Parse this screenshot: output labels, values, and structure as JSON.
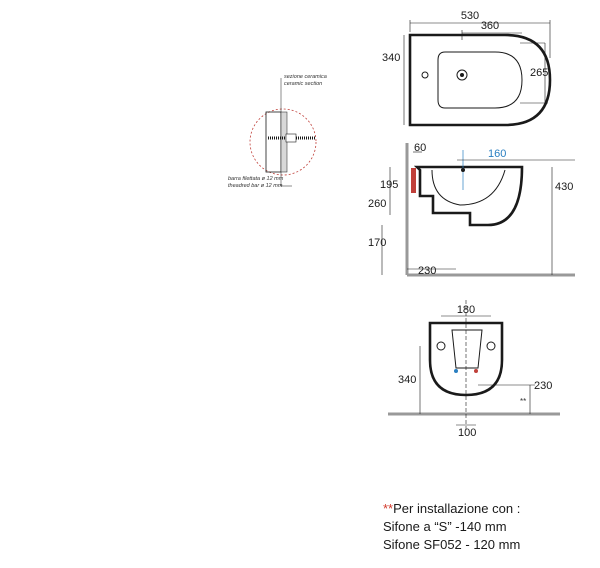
{
  "top_view": {
    "dim_width": "530",
    "dim_inner": "360",
    "dim_depth": "340",
    "dim_side": "265"
  },
  "detail": {
    "label_ceramic_it": "sezione ceramica",
    "label_ceramic_en": "ceramic section",
    "label_bar_it": "barra filettata ø 12 mm",
    "label_bar_en": "theadred bar ø 12 mm"
  },
  "side_view": {
    "dim_60": "60",
    "dim_160": "160",
    "dim_195": "195",
    "dim_260": "260",
    "dim_430": "430",
    "dim_170": "170",
    "dim_230": "230"
  },
  "front_view": {
    "dim_180": "180",
    "dim_340": "340",
    "dim_230": "230",
    "dim_100": "100",
    "mark": "**"
  },
  "note": {
    "asterisks": "**",
    "line1": "Per installazione con :",
    "line2": "Sifone a “S” -140 mm",
    "line3": "Sifone SF052 - 120 mm"
  },
  "colors": {
    "ink": "#1a1a1a",
    "accent_blue": "#2a7fc1",
    "accent_red": "#d33a2c"
  }
}
